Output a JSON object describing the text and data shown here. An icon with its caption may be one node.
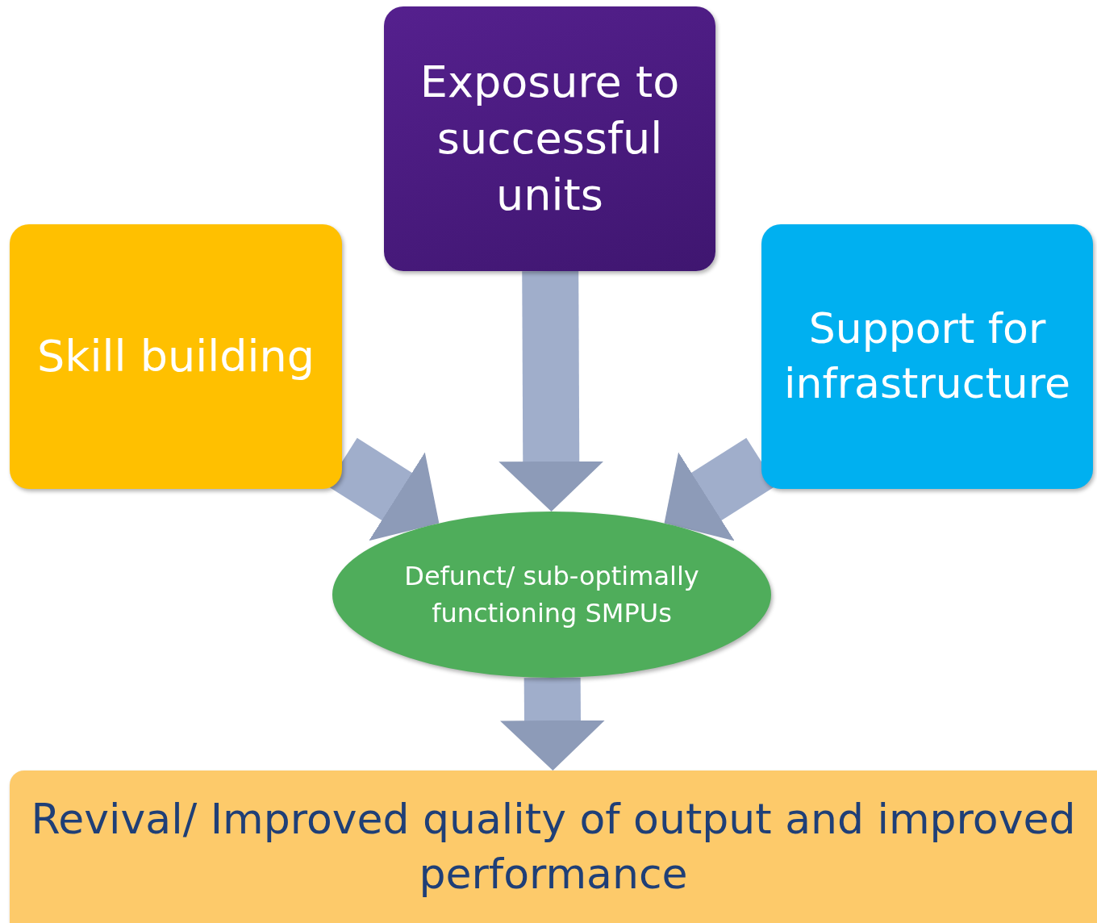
{
  "diagram": {
    "nodes": [
      {
        "text": [
          "Exposure to successful units"
        ]
      },
      {
        "text": [
          "Skill building"
        ]
      },
      {
        "text": [
          "Support for infrastructure"
        ]
      },
      {
        "text": [
          "Defunct/ sub-optimally functioning SMPUs"
        ]
      },
      {
        "text": [
          "Revival/ Improved quality of output and improved performance"
        ]
      }
    ],
    "edges": [
      {
        "from": 1,
        "to": 3,
        "arrow": "to"
      },
      {
        "from": 0,
        "to": 3,
        "arrow": "to"
      },
      {
        "from": 2,
        "to": 3,
        "arrow": "to"
      },
      {
        "from": 3,
        "to": 4,
        "arrow": "to"
      }
    ]
  }
}
